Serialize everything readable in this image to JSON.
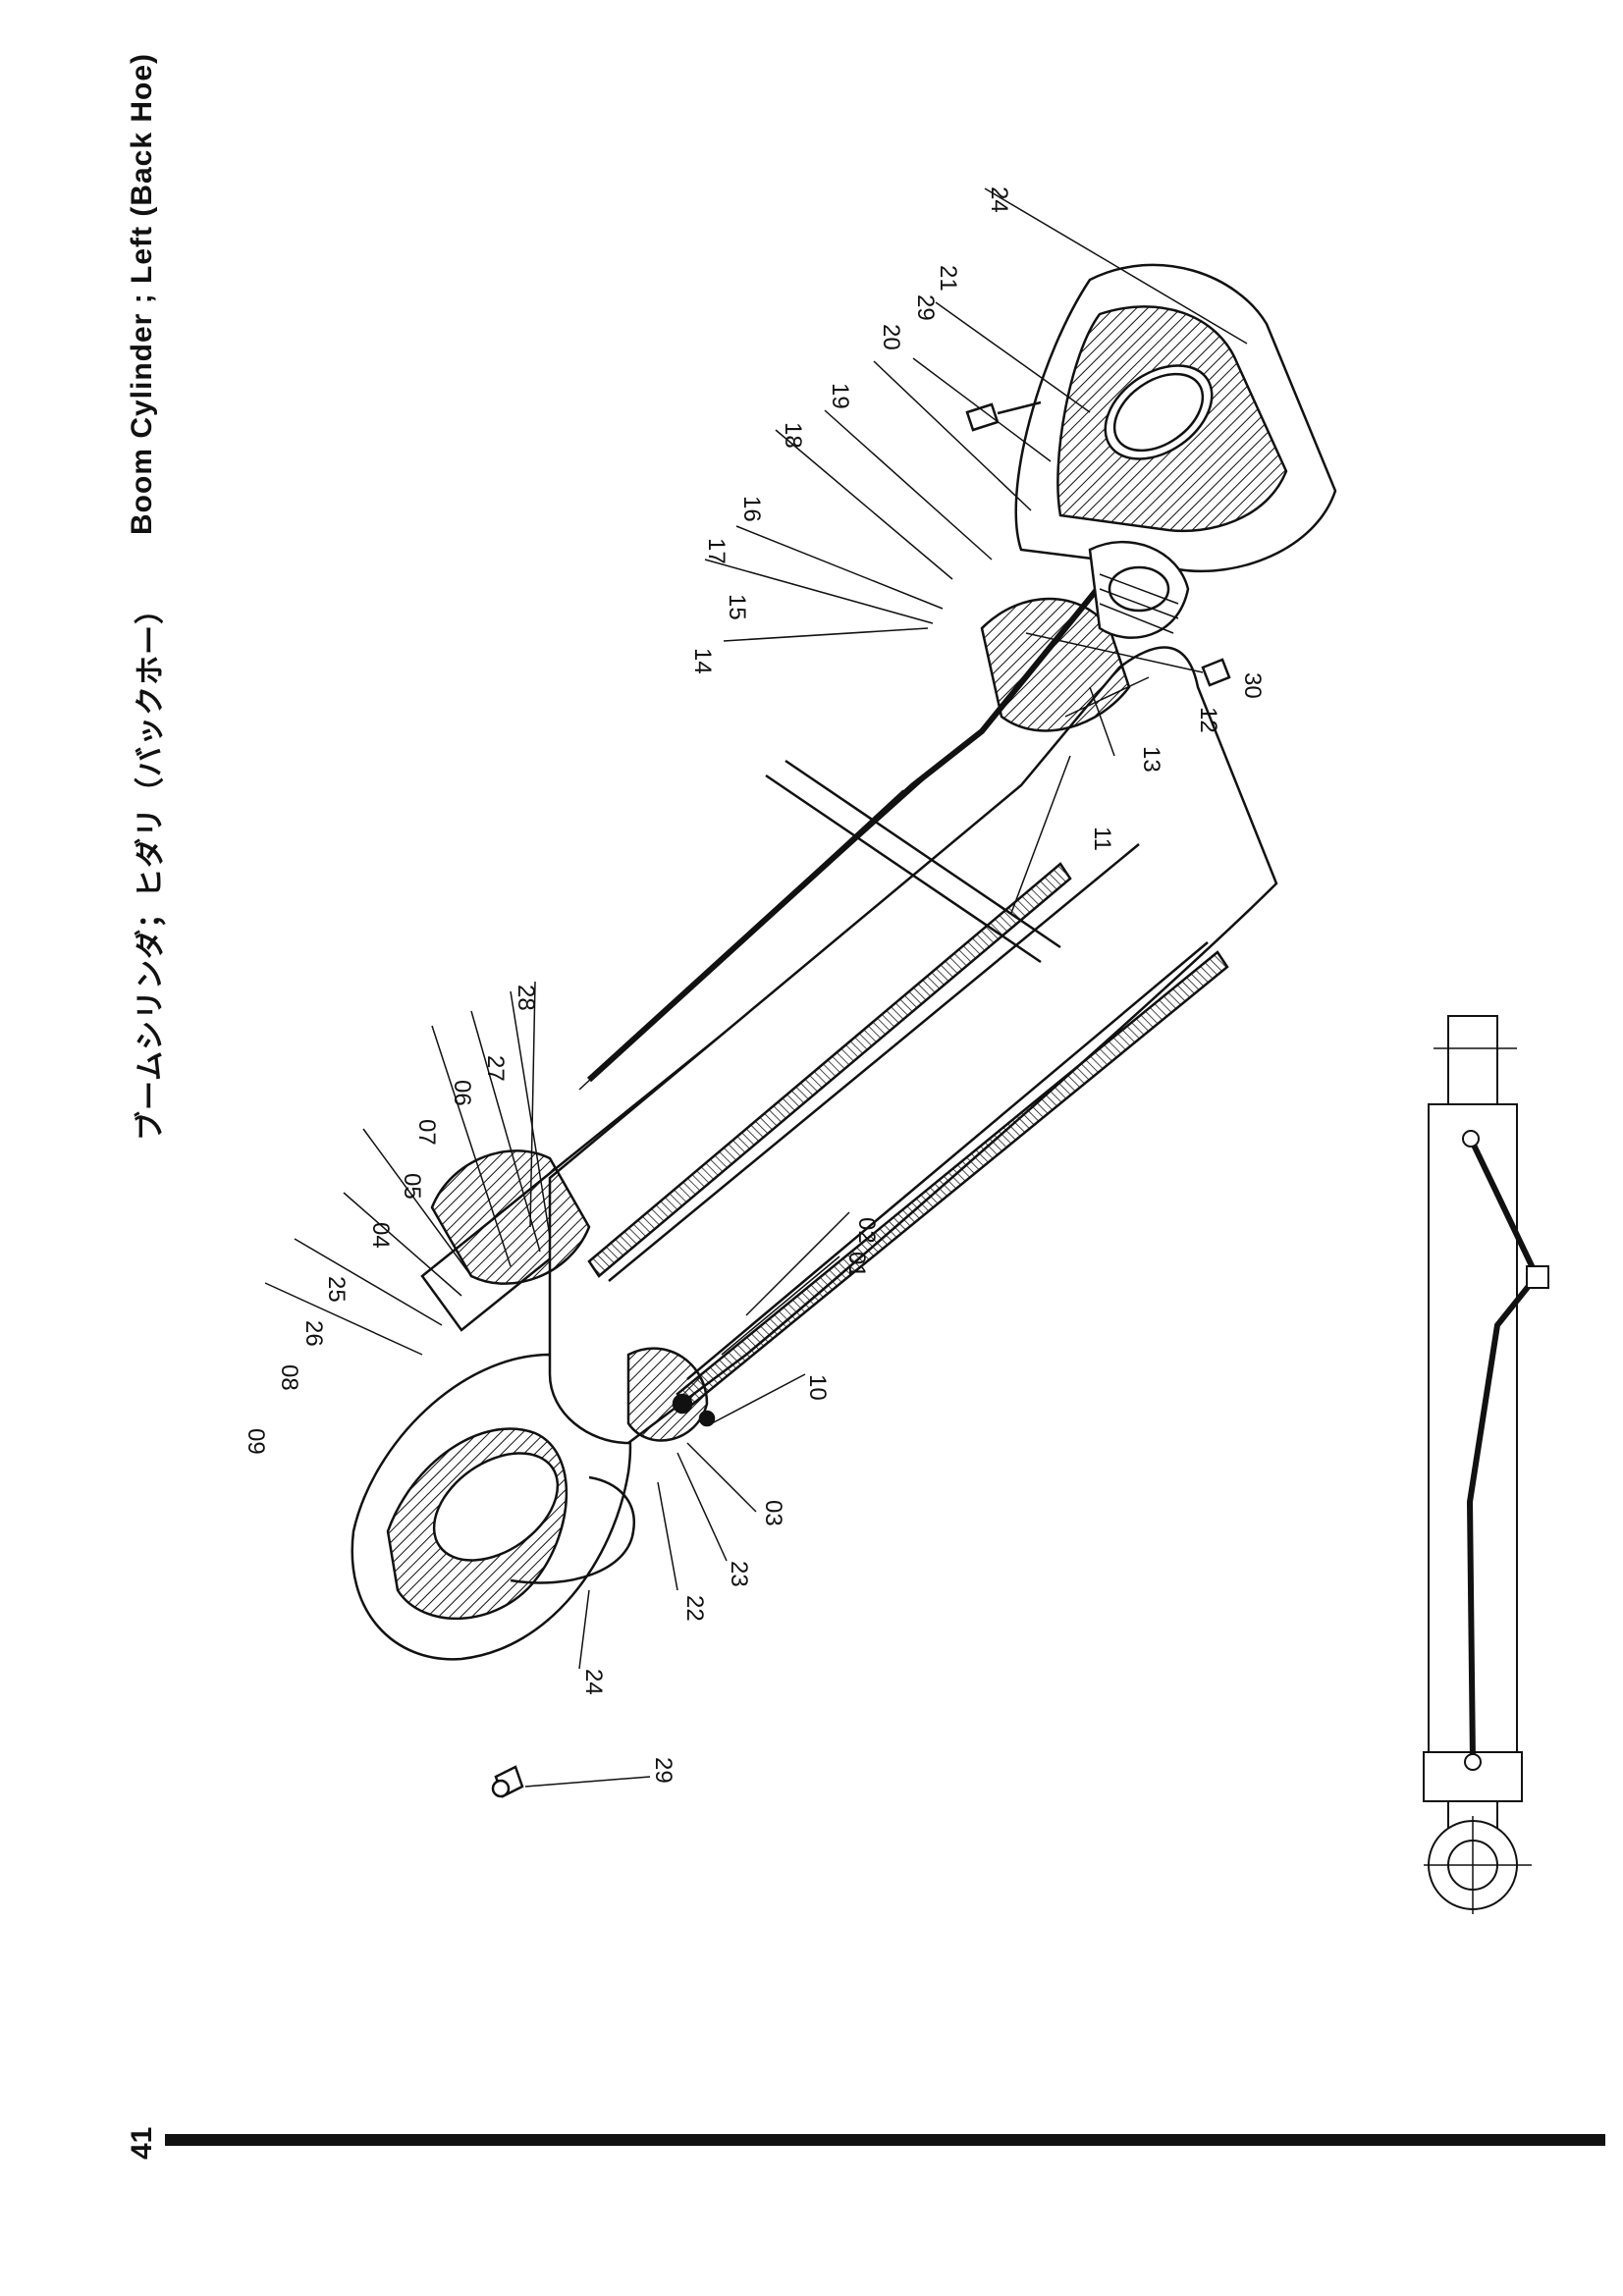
{
  "header": {
    "title_jp": "ブームシリンダ；ヒダリ（バックホー）",
    "title_en": "Boom Cylinder ; Left  (Back Hoe)"
  },
  "footer": {
    "page_number": "41"
  },
  "callouts": [
    "01",
    "02",
    "03",
    "04",
    "05",
    "06",
    "07",
    "08",
    "09",
    "10",
    "11",
    "12",
    "13",
    "14",
    "15",
    "16",
    "17",
    "18",
    "19",
    "20",
    "21",
    "22",
    "23",
    "24",
    "25",
    "26",
    "27",
    "28",
    "29",
    "30",
    "24",
    "29"
  ]
}
